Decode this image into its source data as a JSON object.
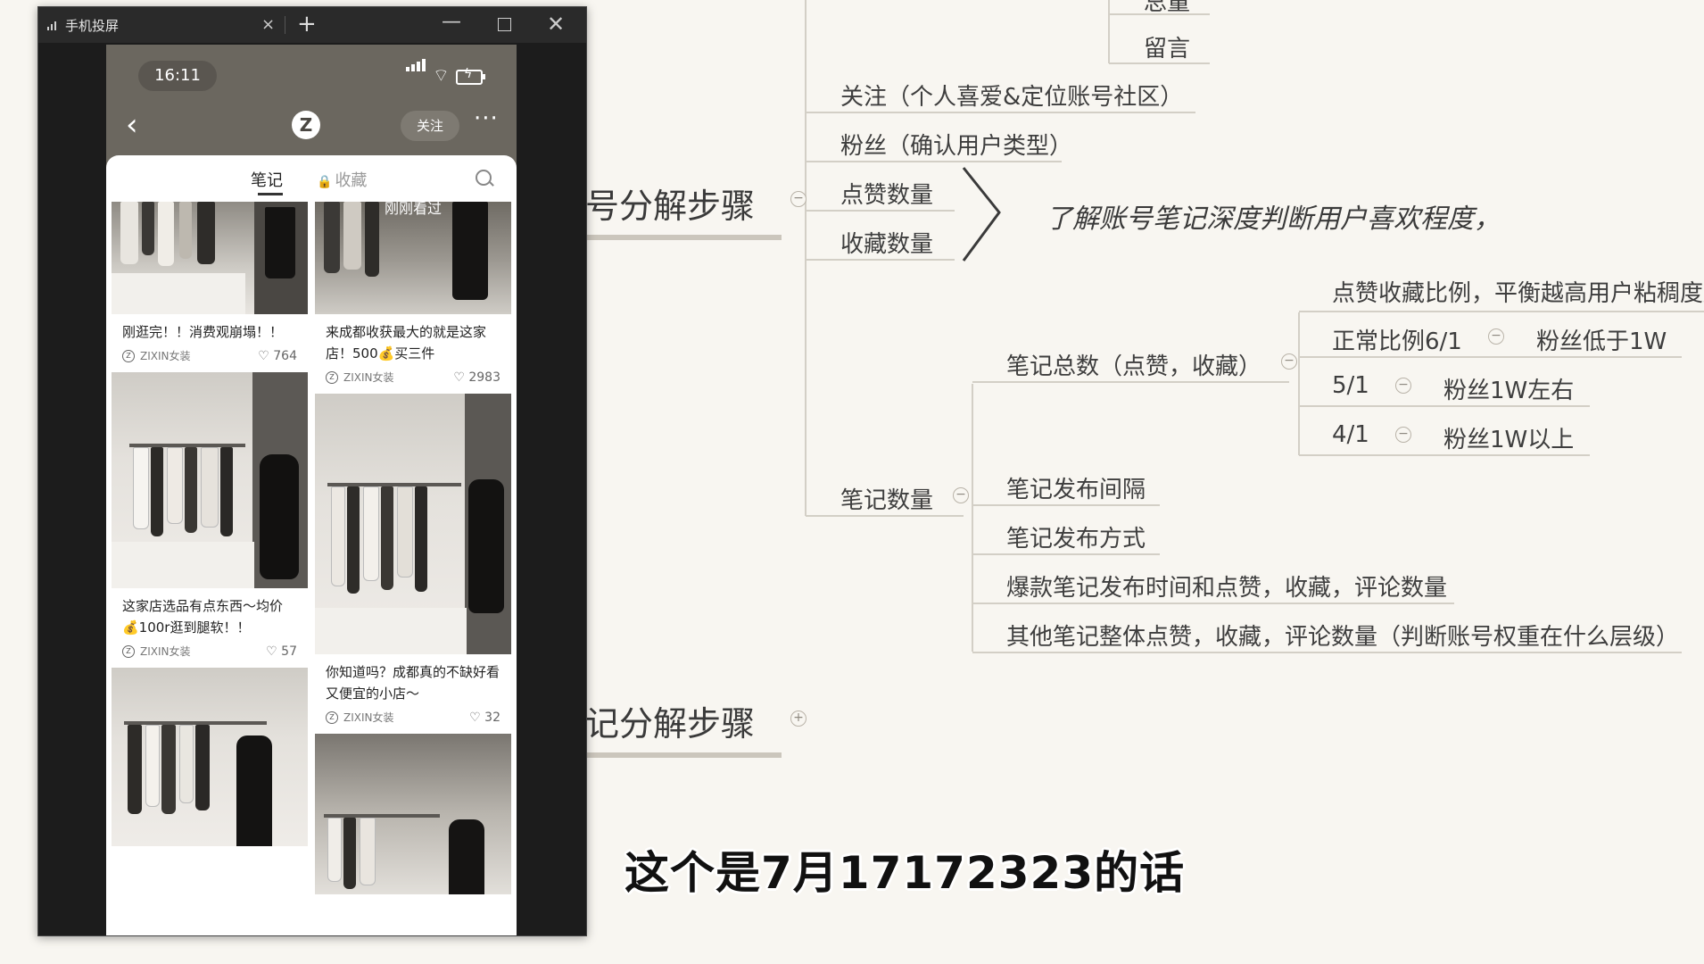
{
  "window": {
    "title": "手机投屏",
    "close_tab": "×",
    "new_tab": "+",
    "minimize": "—",
    "close": "✕"
  },
  "phone": {
    "time": "16:11",
    "follow_label": "关注",
    "avatar_letter": "Z",
    "tabs": {
      "notes": "笔记",
      "favorites": "收藏"
    },
    "left_column": [
      {
        "caption": "刚逛完！！消费观崩塌！！",
        "brand": "ZIXIN女装",
        "likes": "764"
      },
      {
        "caption": "这家店选品有点东西～均价💰100r逛到腿软！！",
        "brand": "ZIXIN女装",
        "likes": "57"
      }
    ],
    "right_column": [
      {
        "overlay": "刚刚看过",
        "caption": "来成都收获最大的就是这家店！500💰买三件",
        "brand": "ZIXIN女装",
        "likes": "2983"
      },
      {
        "caption": "你知道吗？成都真的不缺好看又便宜的小店～",
        "brand": "ZIXIN女装",
        "likes": "32"
      }
    ]
  },
  "mindmap": {
    "topic_top": "号分解步骤",
    "topic_bottom": "记分解步骤",
    "partial_top": "总量",
    "comments": "留言",
    "follow": "关注（个人喜爱&定位账号社区）",
    "fans": "粉丝（确认用户类型）",
    "likes_count": "点赞数量",
    "fav_count": "收藏数量",
    "insight": "了解账号笔记深度判断用户喜欢程度，",
    "ratio_title": "点赞收藏比例，平衡越高用户粘稠度越",
    "notes_total": "笔记总数（点赞，收藏）",
    "ratio_rows": [
      {
        "ratio": "正常比例6/1",
        "fans": "粉丝低于1W"
      },
      {
        "ratio": "5/1",
        "fans": "粉丝1W左右"
      },
      {
        "ratio": "4/1",
        "fans": "粉丝1W以上"
      }
    ],
    "notes_count": "笔记数量",
    "notes_interval": "笔记发布间隔",
    "notes_method": "笔记发布方式",
    "viral_notes": "爆款笔记发布时间和点赞，收藏，评论数量",
    "other_notes": "其他笔记整体点赞，收藏，评论数量（判断账号权重在什么层级）"
  },
  "subtitle": "这个是7月17172323的话"
}
